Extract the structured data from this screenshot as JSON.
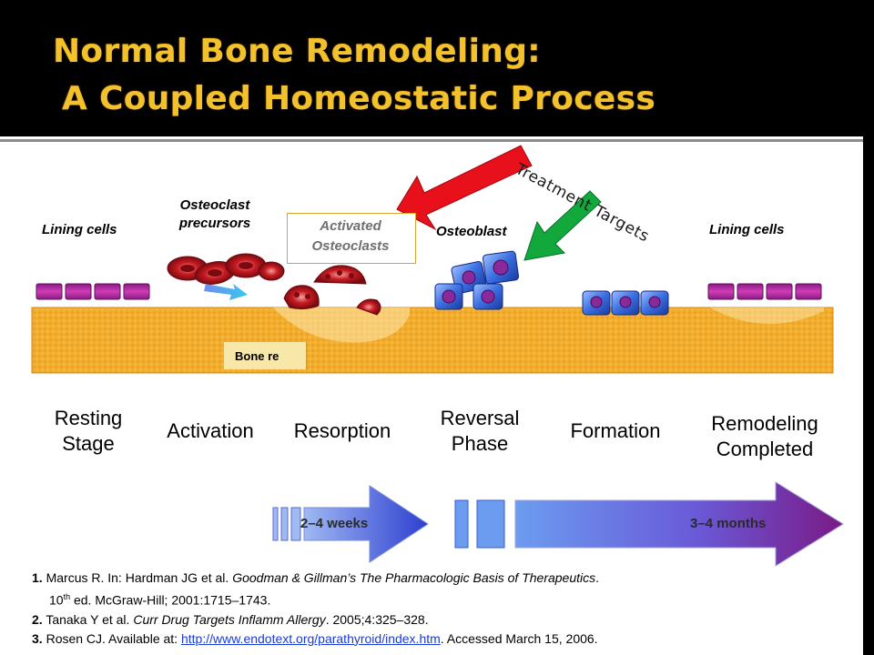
{
  "title": {
    "line1": "Normal Bone Remodeling:",
    "line2": "A Coupled Homeostatic Process"
  },
  "labels": {
    "lining_left": "Lining cells",
    "precursors_line1": "Osteoclast",
    "precursors_line2": "precursors",
    "activated_line1": "Activated",
    "activated_line2": "Osteoclasts",
    "osteoblasts": "Osteoblast",
    "lining_right": "Lining cells",
    "bone_label": "Bone re",
    "treatment_targets": "Treatment Targets"
  },
  "stages": {
    "resting_1": "Resting",
    "resting_2": "Stage",
    "activation": "Activation",
    "resorption": "Resorption",
    "reversal_1": "Reversal",
    "reversal_2": "Phase",
    "formation": "Formation",
    "remodeling_1": "Remodeling",
    "remodeling_2": "Completed"
  },
  "timeline": {
    "short": "2–4 weeks",
    "long": "3–4 months"
  },
  "references": [
    {
      "num": "1.",
      "pre": " Marcus R. In: Hardman JG et al. ",
      "italic": "Goodman & Gillman’s The Pharmacologic Basis of Therapeutics",
      "post": "."
    },
    {
      "ed_num": "10",
      "ed_sup": "th",
      "ed_post": " ed. McGraw-Hill; 2001:1715–1743."
    },
    {
      "num": "2.",
      "pre": " Tanaka Y et al. ",
      "italic": "Curr Drug Targets Inflamm Allergy",
      "post": ". 2005;4:325–328."
    },
    {
      "num": "3.",
      "pre": " Rosen CJ. Available at: ",
      "link": "http://www.endotext.org/parathyroid/index.htm",
      "post": ". Accessed March 15, 2006."
    }
  ],
  "colors": {
    "title": "#f3c12c",
    "bone": "#f0a828",
    "red_arrow": "#e8101a",
    "green_arrow": "#12a83c",
    "lining_cell": "#b8249a",
    "osteoclast": "#b5121b",
    "osteoblast": "#3a68d8",
    "timeline_blue": "#3b4fd8",
    "timeline_purple": "#7a1a8a"
  }
}
